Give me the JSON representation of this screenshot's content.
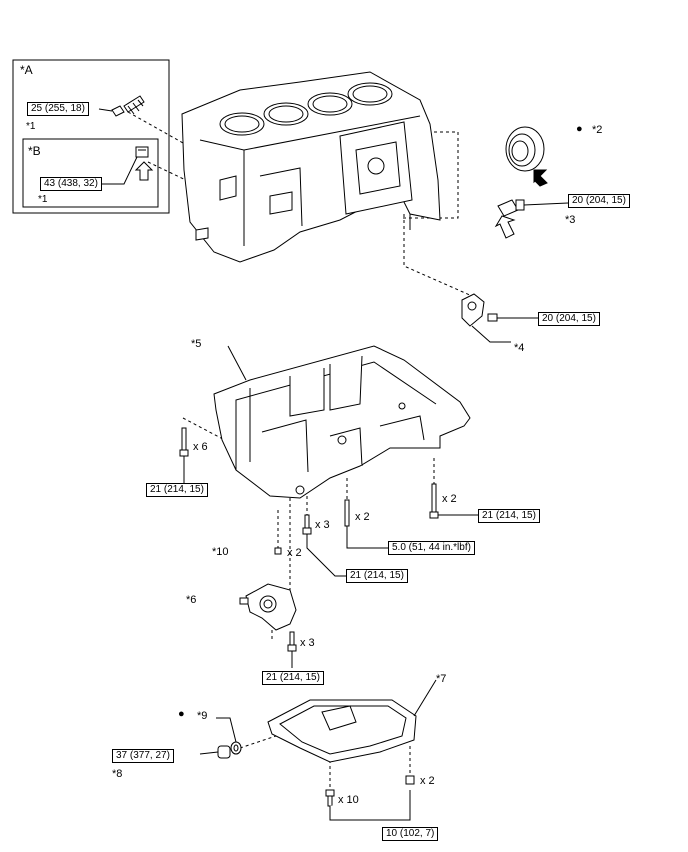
{
  "inset": {
    "a_label": "*A",
    "b_label": "*B",
    "a_torque": "25 (255, 18)",
    "a_ref": "*1",
    "b_torque": "43 (438, 32)",
    "b_ref": "*1"
  },
  "callouts": {
    "c2": "*2",
    "c3": "*3",
    "c4": "*4",
    "c5": "*5",
    "c6": "*6",
    "c7": "*7",
    "c8": "*8",
    "c9": "*9",
    "c10": "*10"
  },
  "torques": {
    "oil_seal_sensor": "20 (204, 15)",
    "knock_sensor": "20 (204, 15)",
    "lower_case_left": "21 (214, 15)",
    "lower_case_right": "21 (214, 15)",
    "stud": "5.0 (51, 44 in.*lbf)",
    "lower_case_mid": "21 (214, 15)",
    "oil_pump": "21 (214, 15)",
    "drain_plug": "37 (377, 27)",
    "oil_pan": "10 (102, 7)"
  },
  "quantities": {
    "x6": "x 6",
    "x2_right": "x 2",
    "x2_stud": "x 2",
    "x3_mid": "x 3",
    "x2_pin": "x 2",
    "x3_pump": "x 3",
    "x10": "x 10",
    "x2_pan": "x 2"
  },
  "marks": {
    "non_reusable": "●"
  }
}
